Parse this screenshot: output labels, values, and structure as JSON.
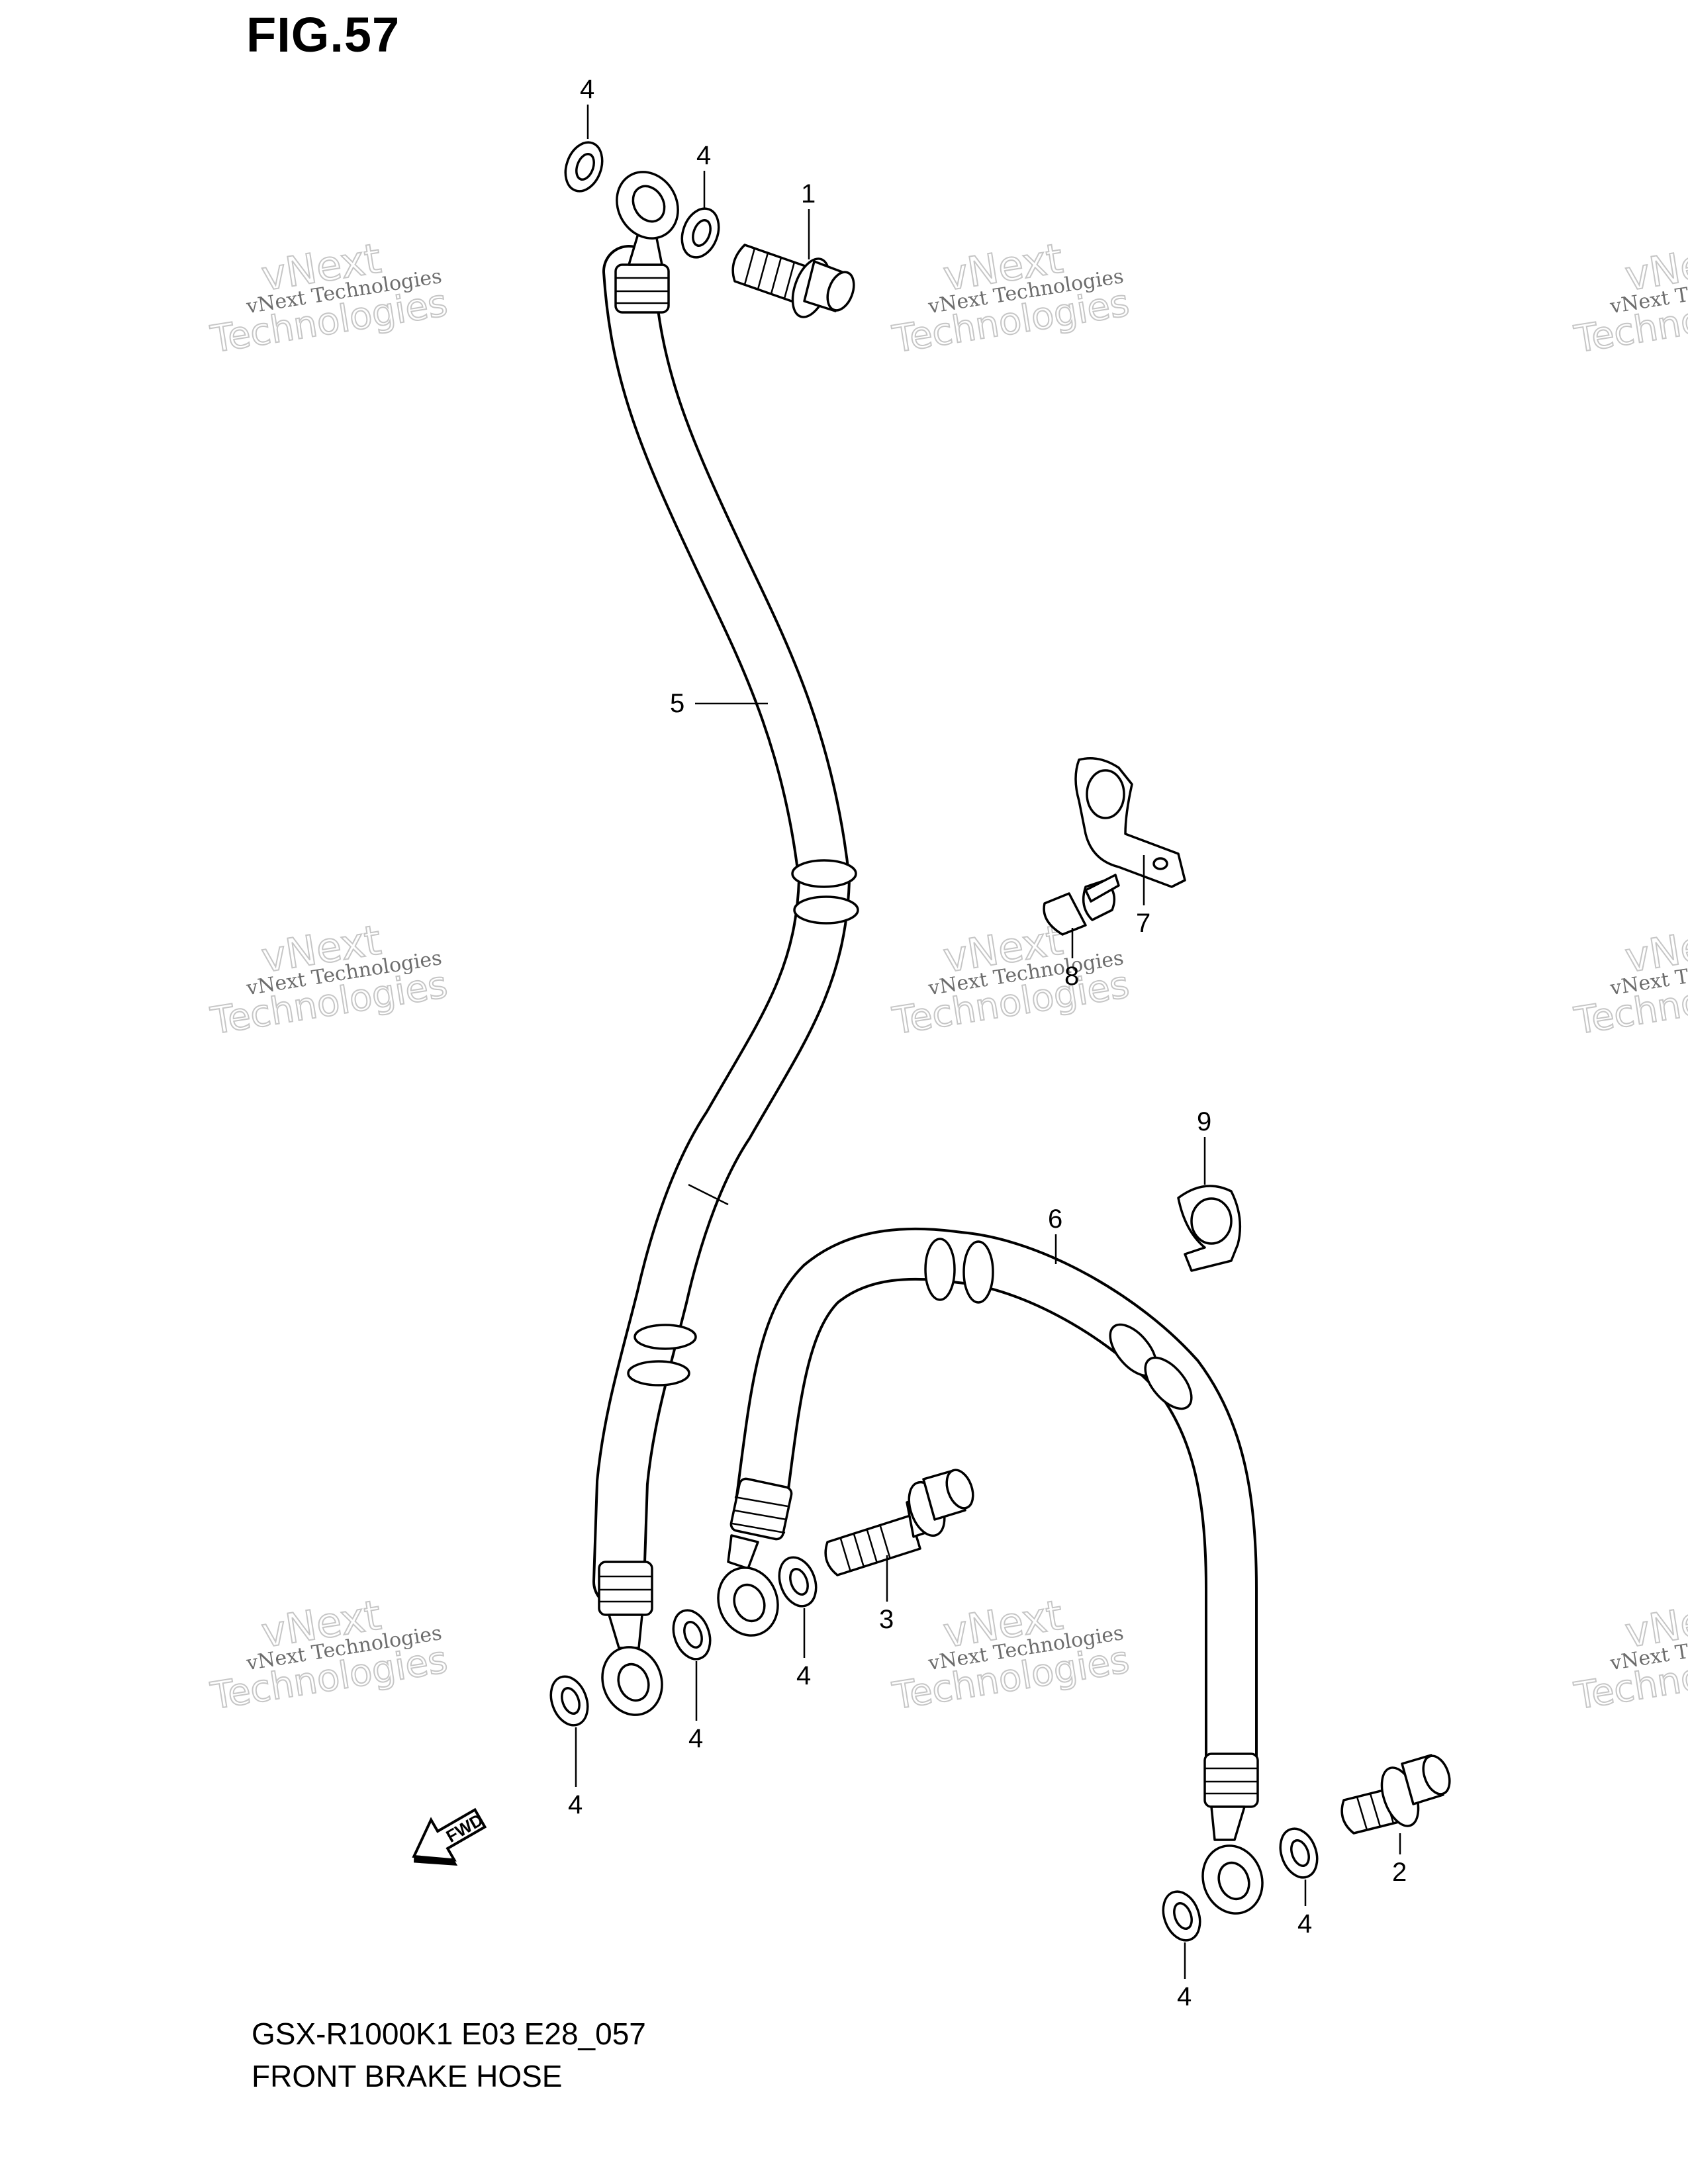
{
  "figure": {
    "title": "FIG.57",
    "model_code": "GSX-R1000K1 E03 E28_057",
    "diagram_name": "FRONT BRAKE HOSE"
  },
  "watermark": {
    "line1": "vNext Technologies",
    "line2": "vNext",
    "line3": "Technologies"
  },
  "direction_arrow": {
    "label": "FWD"
  },
  "callouts": [
    {
      "id": "c4a",
      "number": "4"
    },
    {
      "id": "c4b",
      "number": "4"
    },
    {
      "id": "c1",
      "number": "1"
    },
    {
      "id": "c5",
      "number": "5"
    },
    {
      "id": "c7",
      "number": "7"
    },
    {
      "id": "c8",
      "number": "8"
    },
    {
      "id": "c9",
      "number": "9"
    },
    {
      "id": "c6",
      "number": "6"
    },
    {
      "id": "c3",
      "number": "3"
    },
    {
      "id": "c4c",
      "number": "4"
    },
    {
      "id": "c4d",
      "number": "4"
    },
    {
      "id": "c4e",
      "number": "4"
    },
    {
      "id": "c2",
      "number": "2"
    },
    {
      "id": "c4f",
      "number": "4"
    },
    {
      "id": "c4g",
      "number": "4"
    }
  ]
}
